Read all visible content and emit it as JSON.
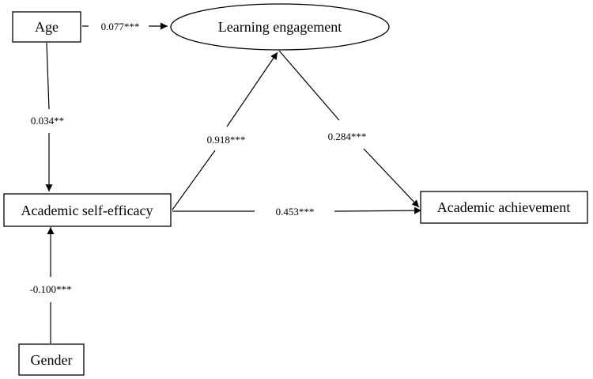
{
  "nodes": {
    "age": "Age",
    "learning_engagement": "Learning engagement",
    "academic_self_efficacy": "Academic self-efficacy",
    "academic_achievement": "Academic achievement",
    "gender": "Gender"
  },
  "paths": {
    "age_to_engagement": "0.077***",
    "age_to_self_efficacy": "0.034**",
    "self_efficacy_to_engagement": "0.918***",
    "engagement_to_achievement": "0.284***",
    "self_efficacy_to_achievement": "0.453***",
    "gender_to_self_efficacy": "-0.100***"
  }
}
